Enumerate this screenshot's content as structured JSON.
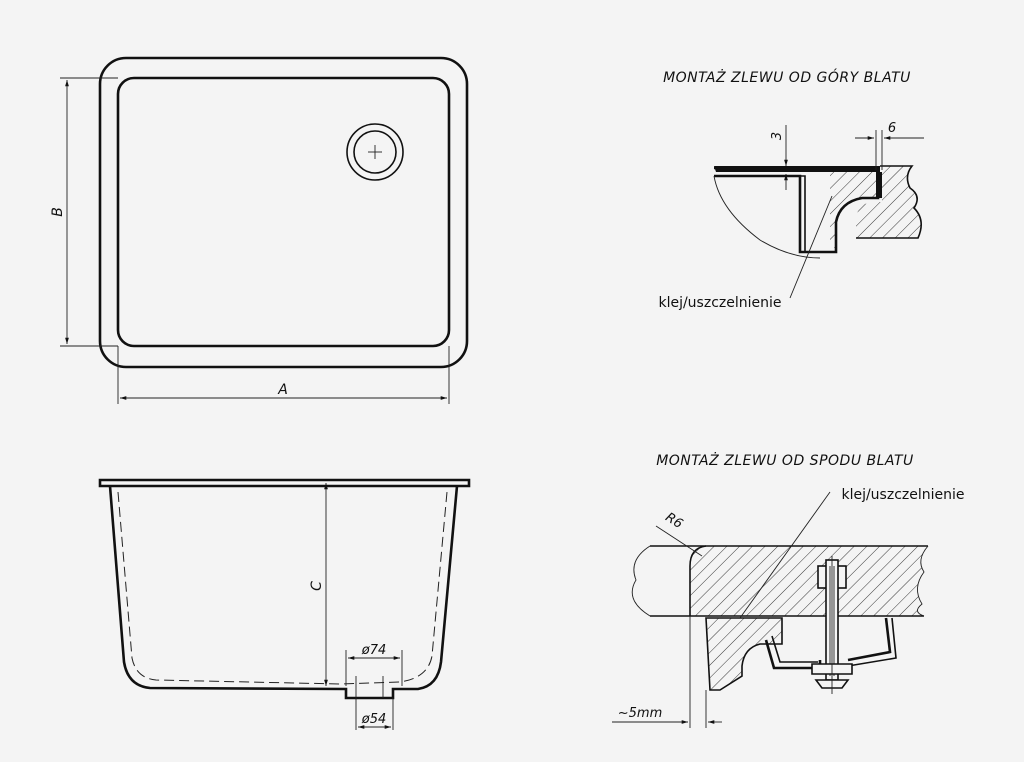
{
  "top_view": {
    "dim_width": "A",
    "dim_height": "B"
  },
  "side_view": {
    "dim_depth": "C",
    "dim_drain_top": "ø74",
    "dim_drain_bottom": "ø54"
  },
  "detail_top": {
    "title": "MONTAŻ ZLEWU OD GÓRY BLATU",
    "dim_thickness": "3",
    "dim_offset": "6",
    "label_adhesive": "klej/uszczelnienie"
  },
  "detail_bottom": {
    "title": "MONTAŻ ZLEWU OD SPODU BLATU",
    "label_adhesive": "klej/uszczelnienie",
    "dim_radius": "R6",
    "dim_gap": "~5mm"
  },
  "colors": {
    "line": "#111111",
    "background": "#f4f4f4"
  }
}
